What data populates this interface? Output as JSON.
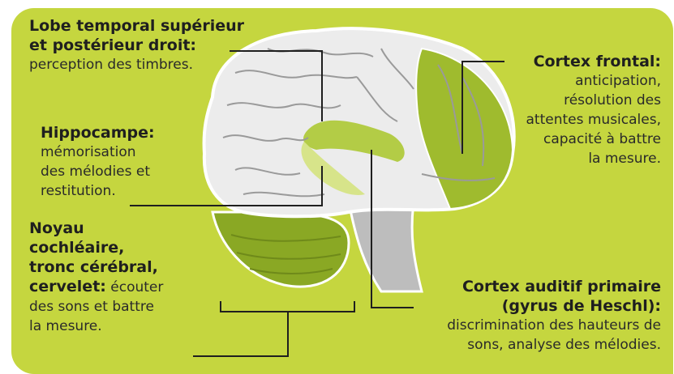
{
  "labels": {
    "superior_temporal": {
      "title_line1": "Lobe temporal supérieur",
      "title_line2": "et postérieur droit:",
      "text": "perception des timbres."
    },
    "hippocampus": {
      "title": "Hippocampe:",
      "line1": "mémorisation",
      "line2": "des mélodies et",
      "line3": "restitution."
    },
    "brainstem": {
      "title_line1": "Noyau",
      "title_line2": "cochléaire,",
      "title_line3": "tronc cérébral,",
      "title_line4": "cervelet:",
      "line4_text": " écouter",
      "line5": "des sons et battre",
      "line6": "la mesure."
    },
    "frontal": {
      "title": "Cortex frontal:",
      "line1": "anticipation,",
      "line2": "résolution des",
      "line3": "attentes musicales,",
      "line4": "capacité à battre",
      "line5": "la mesure."
    },
    "auditory": {
      "title_line1": "Cortex auditif primaire",
      "title_line2": "(gyrus de Heschl):",
      "line1": "discrimination des hauteurs de",
      "line2": "sons, analyse des mélodies."
    }
  },
  "colors": {
    "background": "#c5d63f",
    "brain": "#ececec",
    "frontal_highlight": "#9fbb2e",
    "cerebellum": "#8aa824",
    "lines": "#1f1f1f"
  }
}
